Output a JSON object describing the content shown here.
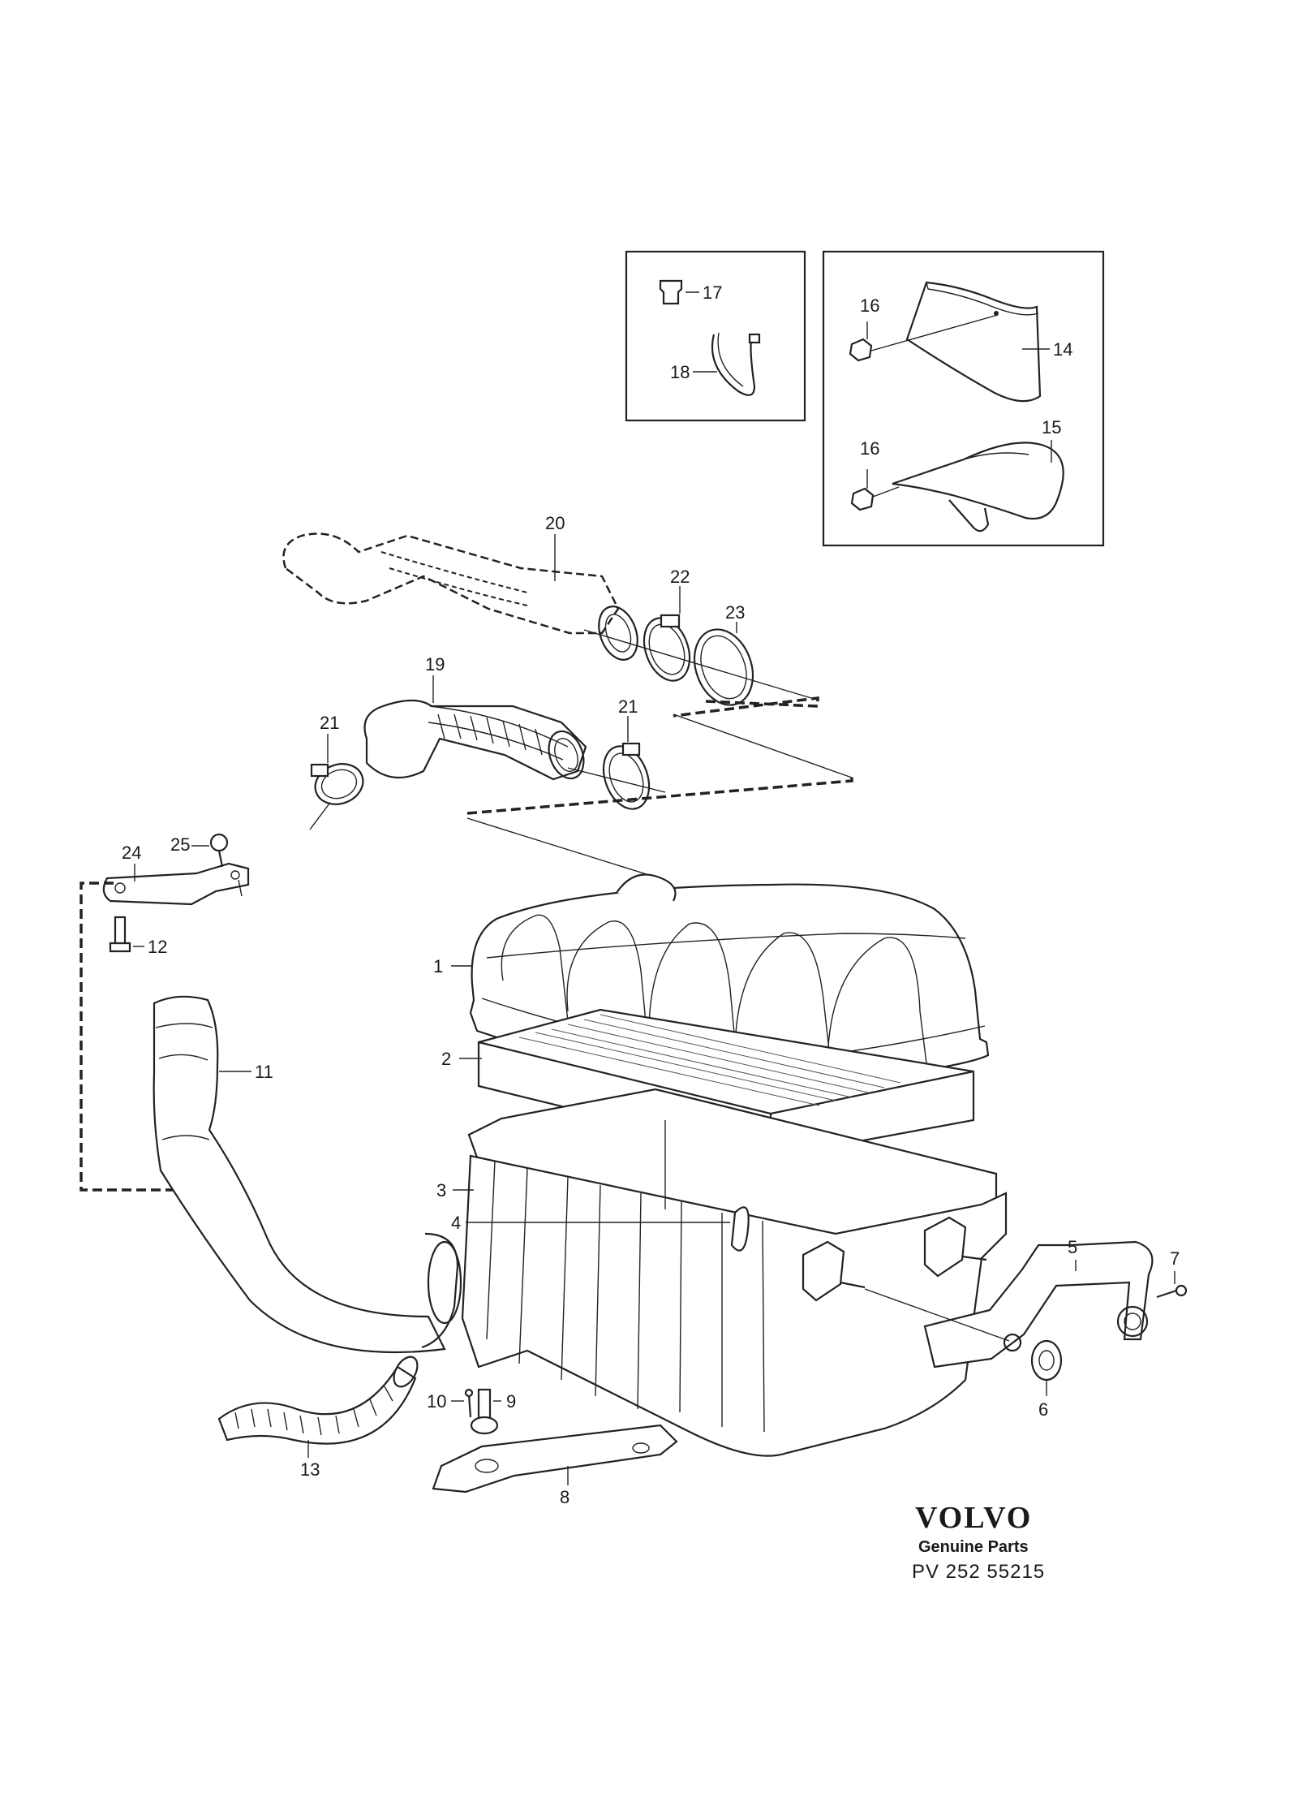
{
  "brand": {
    "logo_text": "VOLVO",
    "subtitle": "Genuine Parts",
    "code": "PV 252 55215"
  },
  "labels": {
    "l1": "1",
    "l2": "2",
    "l3": "3",
    "l4": "4",
    "l5": "5",
    "l6": "6",
    "l7": "7",
    "l8": "8",
    "l9": "9",
    "l10": "10",
    "l11": "11",
    "l12": "12",
    "l13": "13",
    "l14": "14",
    "l15": "15",
    "l16a": "16",
    "l16b": "16",
    "l17": "17",
    "l18": "18",
    "l19": "19",
    "l20": "20",
    "l21a": "21",
    "l21b": "21",
    "l22": "22",
    "l23": "23",
    "l24": "24",
    "l25": "25"
  },
  "colors": {
    "line": "#222222",
    "background": "#ffffff"
  }
}
